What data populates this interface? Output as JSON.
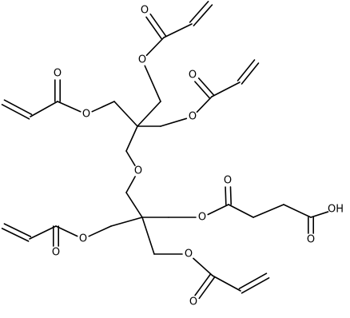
{
  "molecule": {
    "atoms": [
      {
        "id": "C1",
        "label": ""
      },
      {
        "id": "C2",
        "label": ""
      },
      {
        "id": "C3",
        "label": ""
      },
      {
        "id": "C4",
        "label": ""
      },
      {
        "id": "C5",
        "label": ""
      },
      {
        "id": "C6",
        "label": ""
      },
      {
        "id": "C7",
        "label": ""
      },
      {
        "id": "O1",
        "label": "O"
      },
      {
        "id": "O2",
        "label": "O"
      },
      {
        "id": "C8",
        "label": ""
      },
      {
        "id": "C9",
        "label": ""
      },
      {
        "id": "O3",
        "label": "O"
      },
      {
        "id": "C10",
        "label": ""
      },
      {
        "id": "C11",
        "label": ""
      },
      {
        "id": "C12",
        "label": ""
      },
      {
        "id": "O4",
        "label": "O"
      },
      {
        "id": "C13",
        "label": ""
      },
      {
        "id": "O5",
        "label": "O"
      },
      {
        "id": "C14",
        "label": ""
      },
      {
        "id": "C15",
        "label": ""
      },
      {
        "id": "C16",
        "label": ""
      },
      {
        "id": "O6",
        "label": "O"
      },
      {
        "id": "C17",
        "label": ""
      },
      {
        "id": "O7",
        "label": "O"
      },
      {
        "id": "C18",
        "label": ""
      },
      {
        "id": "C19",
        "label": ""
      },
      {
        "id": "C20",
        "label": ""
      },
      {
        "id": "O8",
        "label": "O"
      },
      {
        "id": "O9",
        "label": "O"
      },
      {
        "id": "C21",
        "label": ""
      },
      {
        "id": "C22",
        "label": ""
      },
      {
        "id": "C23",
        "label": ""
      },
      {
        "id": "O10",
        "label": "O"
      },
      {
        "id": "C24",
        "label": ""
      },
      {
        "id": "C25",
        "label": ""
      },
      {
        "id": "C26",
        "label": ""
      },
      {
        "id": "O11",
        "label": "O"
      },
      {
        "id": "O12",
        "label": "OH"
      },
      {
        "id": "C27",
        "label": ""
      },
      {
        "id": "O13",
        "label": "O"
      },
      {
        "id": "C28",
        "label": ""
      },
      {
        "id": "O14",
        "label": "O"
      },
      {
        "id": "C29",
        "label": ""
      },
      {
        "id": "C30",
        "label": ""
      },
      {
        "id": "C31",
        "label": ""
      },
      {
        "id": "O15",
        "label": "O"
      },
      {
        "id": "C32",
        "label": ""
      },
      {
        "id": "O16",
        "label": "O"
      },
      {
        "id": "C33",
        "label": ""
      },
      {
        "id": "C34",
        "label": ""
      }
    ],
    "bonds": [
      {
        "a": "C1",
        "b": "C2",
        "order": 1
      },
      {
        "a": "C1",
        "b": "C3",
        "order": 1
      },
      {
        "a": "C1",
        "b": "C4",
        "order": 1
      },
      {
        "a": "C1",
        "b": "C5",
        "order": 1
      },
      {
        "a": "C2",
        "b": "O1",
        "order": 1
      },
      {
        "a": "O1",
        "b": "C6",
        "order": 1
      },
      {
        "a": "C6",
        "b": "O2",
        "order": 2
      },
      {
        "a": "C6",
        "b": "C7",
        "order": 1
      },
      {
        "a": "C7",
        "b": "C8",
        "order": 2
      },
      {
        "a": "C3",
        "b": "O3",
        "order": 1
      },
      {
        "a": "O3",
        "b": "C9",
        "order": 1
      },
      {
        "a": "C9",
        "b": "O4",
        "order": 2
      },
      {
        "a": "C9",
        "b": "C10",
        "order": 1
      },
      {
        "a": "C10",
        "b": "C11",
        "order": 2
      },
      {
        "a": "C4",
        "b": "O5",
        "order": 1
      },
      {
        "a": "O5",
        "b": "C12",
        "order": 1
      },
      {
        "a": "C12",
        "b": "O6",
        "order": 2
      },
      {
        "a": "C12",
        "b": "C13",
        "order": 1
      },
      {
        "a": "C13",
        "b": "C14",
        "order": 2
      },
      {
        "a": "C5",
        "b": "O7",
        "order": 1
      },
      {
        "a": "O7",
        "b": "C15",
        "order": 1
      },
      {
        "a": "C15",
        "b": "C16",
        "order": 1
      },
      {
        "a": "C16",
        "b": "C17",
        "order": 1
      },
      {
        "a": "C16",
        "b": "C18",
        "order": 1
      },
      {
        "a": "C16",
        "b": "C19",
        "order": 1
      },
      {
        "a": "C17",
        "b": "O8",
        "order": 1
      },
      {
        "a": "O8",
        "b": "C20",
        "order": 1
      },
      {
        "a": "C20",
        "b": "O9",
        "order": 2
      },
      {
        "a": "C20",
        "b": "C21",
        "order": 1
      },
      {
        "a": "C21",
        "b": "C22",
        "order": 1
      },
      {
        "a": "C22",
        "b": "C23",
        "order": 1
      },
      {
        "a": "C23",
        "b": "O10",
        "order": 2
      },
      {
        "a": "C23",
        "b": "O12",
        "order": 1
      },
      {
        "a": "C18",
        "b": "O13",
        "order": 1
      },
      {
        "a": "O13",
        "b": "C27",
        "order": 1
      },
      {
        "a": "C27",
        "b": "O11",
        "order": 2
      },
      {
        "a": "C27",
        "b": "C28",
        "order": 1
      },
      {
        "a": "C28",
        "b": "C29",
        "order": 2
      },
      {
        "a": "C19",
        "b": "O14",
        "order": 1
      },
      {
        "a": "O14",
        "b": "C30",
        "order": 1
      },
      {
        "a": "C30",
        "b": "O15",
        "order": 2
      },
      {
        "a": "C30",
        "b": "C31",
        "order": 1
      },
      {
        "a": "C31",
        "b": "C32",
        "order": 2
      }
    ]
  }
}
